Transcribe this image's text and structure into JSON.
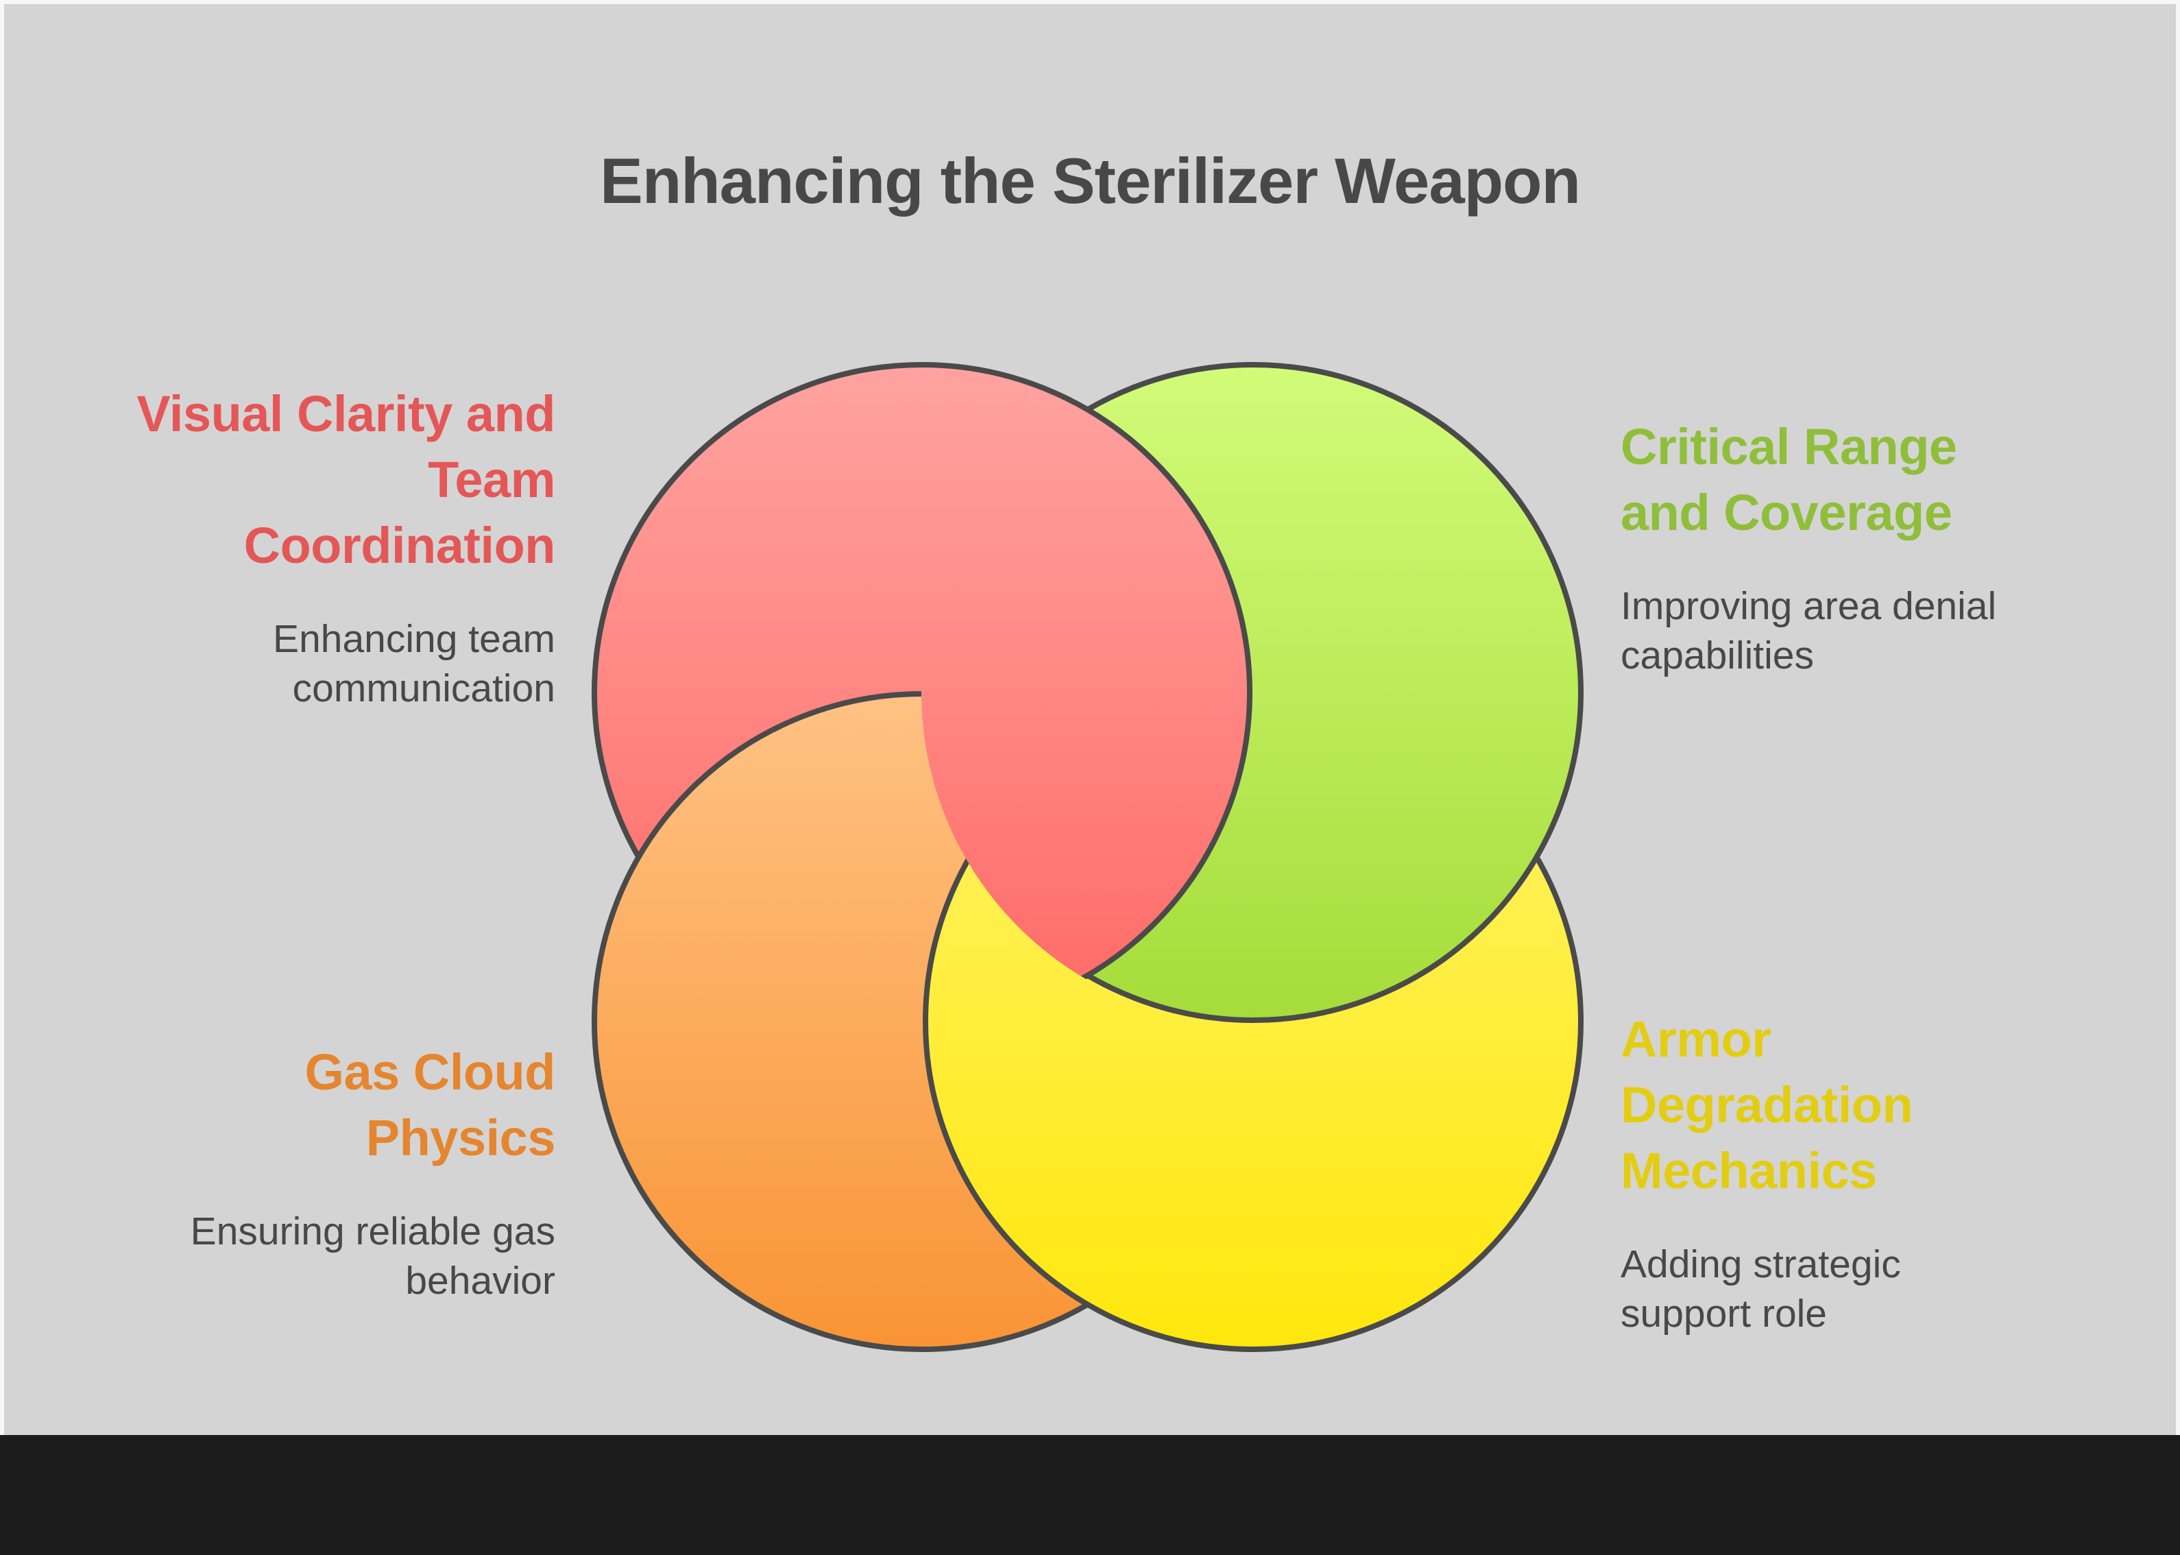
{
  "title": "Enhancing the Sterilizer Weapon",
  "colors": {
    "background": "#d4d4d4",
    "outline": "#4a4a4a",
    "text": "#484848",
    "footer": "#1b1b1b"
  },
  "segments": [
    {
      "id": "red",
      "heading_lines": [
        "Visual Clarity and",
        "Team",
        "Coordination"
      ],
      "description_lines": [
        "Enhancing team",
        "communication"
      ],
      "accent": "#e55757",
      "fill_top": "#ffa3a0",
      "fill_bottom": "#ff6a66",
      "position": "top-left"
    },
    {
      "id": "green",
      "heading_lines": [
        "Critical Range",
        "and Coverage"
      ],
      "description_lines": [
        "Improving area denial",
        "capabilities"
      ],
      "accent": "#8fbf3a",
      "fill_top": "#d2fb78",
      "fill_bottom": "#a5dc3a",
      "position": "top-right"
    },
    {
      "id": "orange",
      "heading_lines": [
        "Gas Cloud",
        "Physics"
      ],
      "description_lines": [
        "Ensuring reliable gas",
        "behavior"
      ],
      "accent": "#e5862f",
      "fill_top": "#ffc283",
      "fill_bottom": "#f99435",
      "position": "bottom-left"
    },
    {
      "id": "yellow",
      "heading_lines": [
        "Armor",
        "Degradation",
        "Mechanics"
      ],
      "description_lines": [
        "Adding strategic",
        "support role"
      ],
      "accent": "#e3cd13",
      "fill_top": "#fff46a",
      "fill_bottom": "#ffe70c",
      "position": "bottom-right"
    }
  ]
}
